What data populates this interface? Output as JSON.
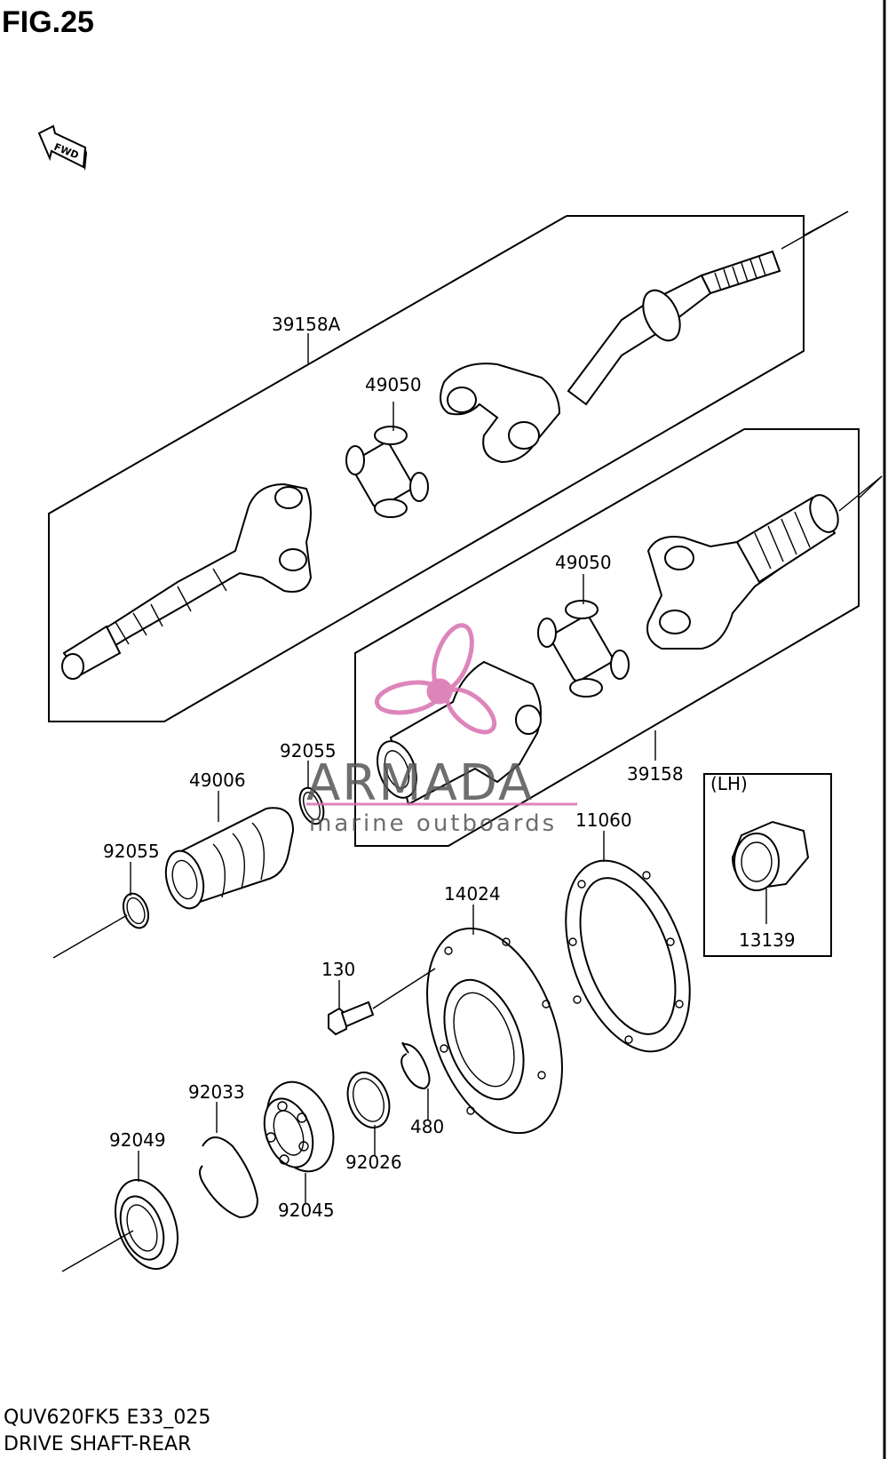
{
  "figure": {
    "title": "FIG.25",
    "direction_marker": "FWD",
    "model_code": "QUV620FK5 E33_025",
    "caption": "DRIVE SHAFT-REAR"
  },
  "parts": {
    "p39158A": "39158A",
    "p49050_upper": "49050",
    "p49050_lower": "49050",
    "p39158": "39158",
    "p92055_a": "92055",
    "p49006": "49006",
    "p92055_b": "92055",
    "p11060": "11060",
    "p14024": "14024",
    "p130": "130",
    "p480": "480",
    "p92026": "92026",
    "p92033": "92033",
    "p92045": "92045",
    "p92049": "92049",
    "p13139": "13139"
  },
  "inset": {
    "label": "(LH)"
  },
  "watermark": {
    "brand": "ARMADA",
    "tagline": "marine outboards",
    "color": "#d870b0"
  }
}
